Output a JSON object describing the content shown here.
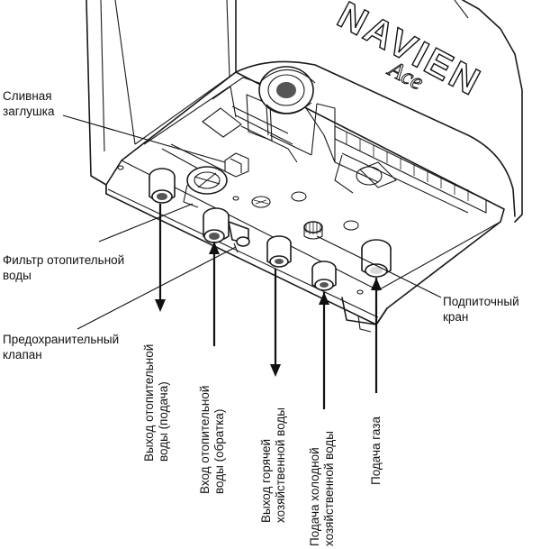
{
  "brand": {
    "logo_text": "NAVIEN",
    "model_text": "Ace"
  },
  "labels": {
    "drain_plug": [
      "Сливная",
      "заглушка"
    ],
    "heating_filter": [
      "Фильтр отопительной",
      "воды"
    ],
    "safety_valve": [
      "Предохранительный",
      "клапан"
    ],
    "make_up_valve": [
      "Подпиточный",
      "кран"
    ],
    "heating_supply": [
      "Выход отопительной",
      "воды (подача)"
    ],
    "heating_return": [
      "Вход отопительной",
      "воды (обратка)"
    ],
    "dhw_out": [
      "Выход горячей",
      "хозяйственной воды"
    ],
    "cold_in": [
      "Подача холодной",
      "хозяйственной воды"
    ],
    "gas_in": [
      "Подача газа"
    ]
  }
}
